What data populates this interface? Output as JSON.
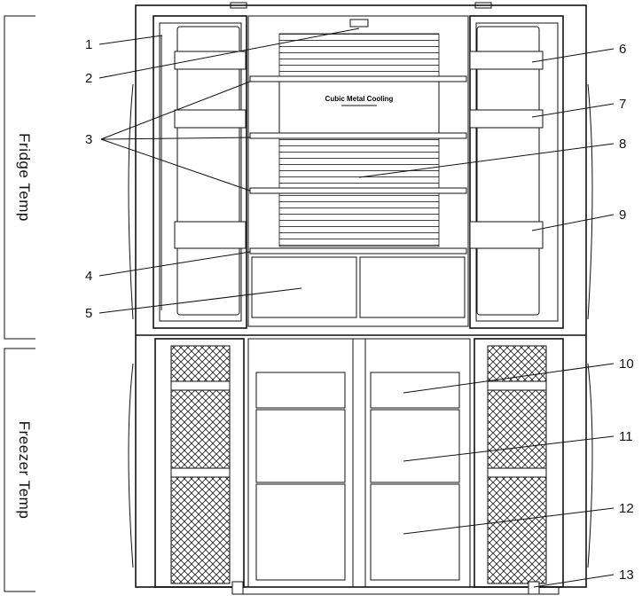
{
  "side_labels": {
    "fridge": "Fridge Temp",
    "freezer": "Freezer Temp"
  },
  "panel_text": "Cubic Metal Cooling",
  "callouts": [
    "1",
    "2",
    "3",
    "4",
    "5",
    "6",
    "7",
    "8",
    "9",
    "10",
    "11",
    "12",
    "13"
  ]
}
